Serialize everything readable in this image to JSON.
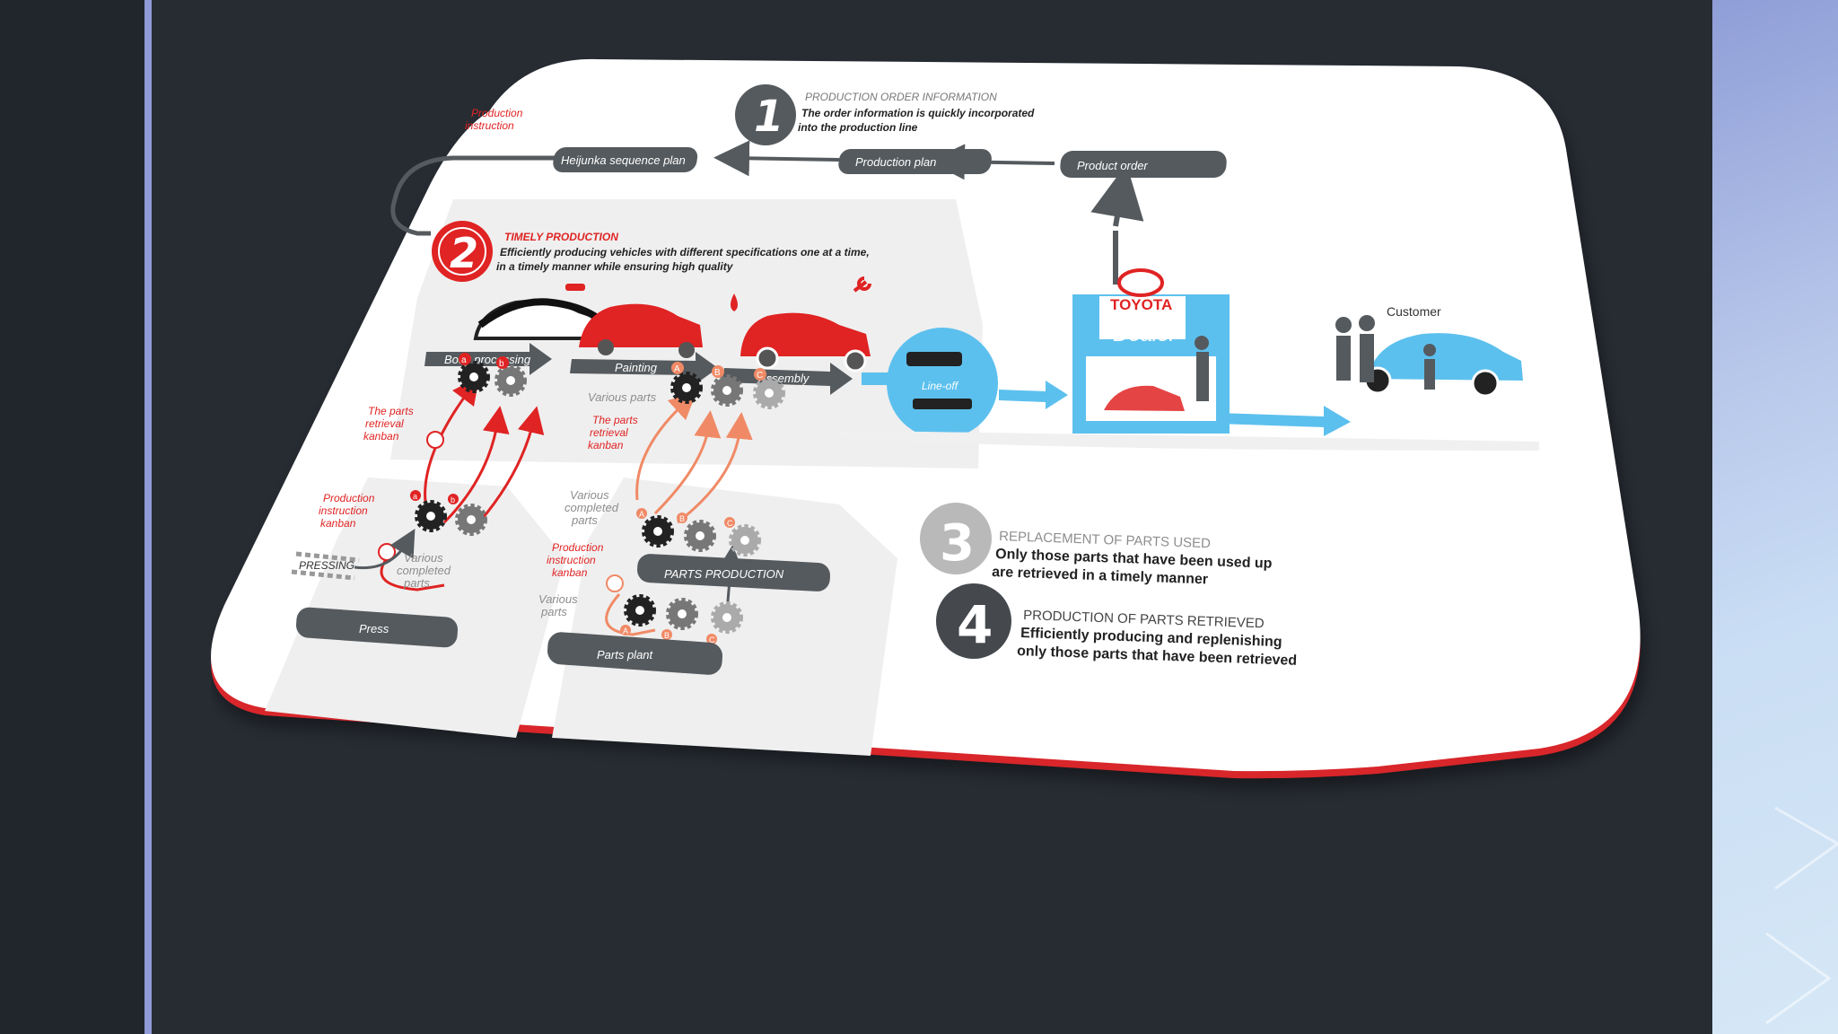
{
  "diagram": {
    "step1": {
      "number": "1",
      "title": "PRODUCTION ORDER INFORMATION",
      "line1": "The order information is quickly incorporated",
      "line2": "into the production line"
    },
    "step2": {
      "number": "2",
      "title": "TIMELY PRODUCTION",
      "line1": "Efficiently producing vehicles with different specifications one at a time,",
      "line2": "in a timely manner while ensuring high quality"
    },
    "step3": {
      "number": "3",
      "title": "REPLACEMENT OF PARTS USED",
      "line1": "Only those parts that have been used up",
      "line2": "are retrieved in a timely manner"
    },
    "step4": {
      "number": "4",
      "title": "PRODUCTION OF PARTS RETRIEVED",
      "line1": "Efficiently producing and replenishing",
      "line2": "only those parts that have been retrieved"
    },
    "flow": {
      "production_instruction_1": "Production",
      "production_instruction_2": "instruction",
      "heijunka": "Heijunka sequence plan",
      "production_plan": "Production plan",
      "product_order": "Product order"
    },
    "processes": {
      "body": "Body processing",
      "painting": "Painting",
      "assembly": "Assembly",
      "various_parts": "Various parts",
      "lineoff": "Line-off"
    },
    "dealer": {
      "brand": "TOYOTA",
      "label": "Dealer",
      "customer": "Customer"
    },
    "press_area": {
      "kanban_1": "The parts",
      "kanban_2": "retrieval",
      "kanban_3": "kanban",
      "prod_1": "Production",
      "prod_2": "instruction",
      "prod_3": "kanban",
      "pressing": "PRESSING",
      "various_1": "Various",
      "various_2": "completed",
      "various_3": "parts",
      "press": "Press"
    },
    "parts_area": {
      "kanban_1": "The parts",
      "kanban_2": "retrieval",
      "kanban_3": "kanban",
      "completed_1": "Various",
      "completed_2": "completed",
      "completed_3": "parts",
      "prod_1": "Production",
      "prod_2": "instruction",
      "prod_3": "kanban",
      "parts_production": "PARTS PRODUCTION",
      "various_1": "Various",
      "various_2": "parts",
      "parts_plant": "Parts plant"
    },
    "gear_letters": {
      "a_low": "a",
      "b_low": "b",
      "a_up": "A",
      "b_up": "B",
      "c_up": "C"
    }
  },
  "colors": {
    "red": "#e02323",
    "dark_gray": "#555a5e",
    "light_blue": "#5cc0ee",
    "orange": "#f08a66",
    "card": "#ffffff"
  }
}
